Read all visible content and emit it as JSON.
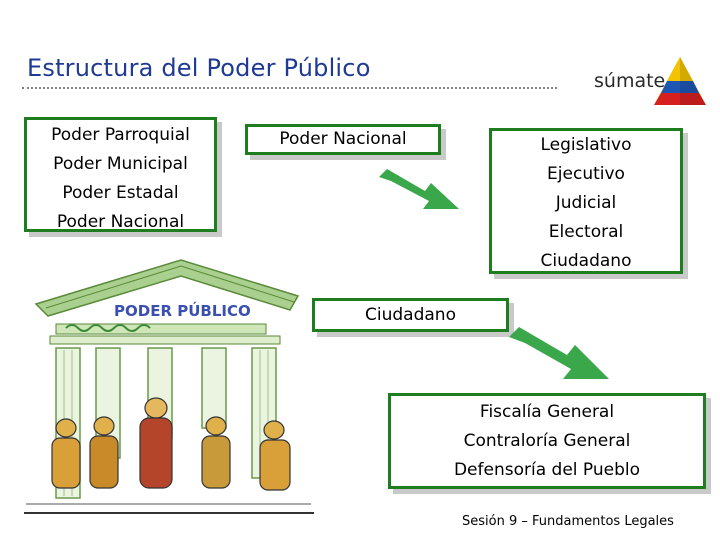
{
  "title": "Estructura del Poder Público",
  "brand": "súmate",
  "boxes": {
    "levels": [
      "Poder Parroquial",
      "Poder Municipal",
      "Poder Estadal",
      "Poder Nacional"
    ],
    "nacional": "Poder Nacional",
    "branches": [
      "Legislativo",
      "Ejecutivo",
      "Judicial",
      "Electoral",
      "Ciudadano"
    ],
    "ciudadano": "Ciudadano",
    "organs": [
      "Fiscalía General",
      "Contraloría General",
      "Defensoría del Pueblo"
    ]
  },
  "illustration": {
    "sign": "PODER PÚBLICO"
  },
  "footer": "Sesión 9 – Fundamentos Legales",
  "colors": {
    "title": "#1f3a93",
    "box_border": "#1e7d1e",
    "arrow": "#3aa84a"
  }
}
